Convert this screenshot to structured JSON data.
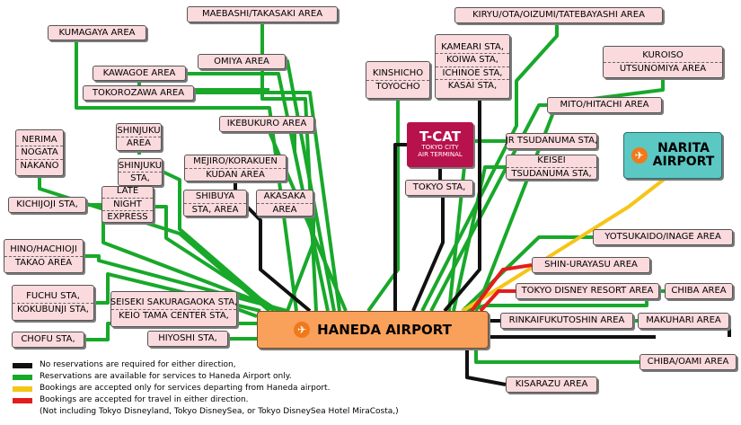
{
  "colors": {
    "black": "#111111",
    "green": "#18a82a",
    "yellow": "#f5c518",
    "red": "#e51c1c"
  },
  "hub": {
    "label": "HANEDA AIRPORT",
    "icon": "airplane-icon"
  },
  "tcat": {
    "name": "T-CAT",
    "sub1": "TOKYO CITY",
    "sub2": "AIR TERMINAL"
  },
  "narita": {
    "line1": "NARITA",
    "line2": "AIRPORT",
    "icon": "airplane-icon"
  },
  "destinations": {
    "kumagaya": [
      "KUMAGAYA AREA"
    ],
    "maebashi": [
      "MAEBASHI/TAKASAKI AREA"
    ],
    "kiryu": [
      "KIRYU/OTA/OIZUMI/TATEBAYASHI AREA"
    ],
    "omiya": [
      "OMIYA AREA"
    ],
    "kawagoe": [
      "KAWAGOE AREA"
    ],
    "tokorozawa": [
      "TOKOROZAWA AREA"
    ],
    "kinshicho": [
      "KINSHICHO",
      "TOYOCHO"
    ],
    "kameari": [
      "KAMEARI STA,",
      "KOIWA STA,",
      "ICHINOE STA,",
      "KASAI STA,"
    ],
    "kuroiso": [
      "KUROISO",
      "UTSUNOMIYA AREA"
    ],
    "ikebukuro": [
      "IKEBUKURO AREA"
    ],
    "mito": [
      "MITO/HITACHI AREA"
    ],
    "nerima": [
      "NERIMA",
      "NOGATA",
      "NAKANO"
    ],
    "shinjuku_area": [
      "SHINJUKU",
      "AREA"
    ],
    "shinjuku_sta": [
      "SHINJUKU",
      "STA,"
    ],
    "late_night": [
      "LATE",
      "NIGHT",
      "EXPRESS"
    ],
    "mejiro": [
      "MEJIRO/KORAKUEN",
      "KUDAN AREA"
    ],
    "jr_tsudanuma": [
      "JR TSUDANUMA STA,"
    ],
    "keisei": [
      "KEISEI",
      "TSUDANUMA STA,"
    ],
    "tokyo_sta": [
      "TOKYO STA,"
    ],
    "kichijoji": [
      "KICHIJOJI STA,"
    ],
    "shibuya": [
      "SHIBUYA",
      "STA, AREA"
    ],
    "akasaka": [
      "AKASAKA",
      "AREA"
    ],
    "hino": [
      "HINO/HACHIOJI",
      "TAKAO AREA"
    ],
    "yotsukaido": [
      "YOTSUKAIDO/INAGE AREA"
    ],
    "shin_urayasu": [
      "SHIN-URAYASU AREA"
    ],
    "fuchu": [
      "FUCHU STA,",
      "KOKUBUNJI STA,"
    ],
    "seiseki": [
      "SEISEKI SAKURAGAOKA STA,",
      "KEIO TAMA CENTER STA,"
    ],
    "disney": [
      "TOKYO DISNEY RESORT AREA"
    ],
    "chiba": [
      "CHIBA AREA"
    ],
    "rinkai": [
      "RINKAIFUKUTOSHIN AREA"
    ],
    "makuhari": [
      "MAKUHARI AREA"
    ],
    "chofu": [
      "CHOFU STA,"
    ],
    "hiyoshi": [
      "HIYOSHI STA,"
    ],
    "oami": [
      "CHIBA/OAMI AREA"
    ],
    "kisarazu": [
      "KISARAZU AREA"
    ]
  },
  "legend": [
    {
      "color": "black",
      "text": "No reservations are required for either direction,"
    },
    {
      "color": "green",
      "text": "Reservations are available for services to Haneda Airport only."
    },
    {
      "color": "yellow",
      "text": "Bookings are accepted only for services departing from Haneda airport."
    },
    {
      "color": "red",
      "text": "Bookings are accepted for travel in either direction."
    }
  ],
  "legend_note": "(Not including Tokyo Disneyland, Tokyo DisneySea, or Tokyo DisneySea Hotel MiraCosta,)"
}
